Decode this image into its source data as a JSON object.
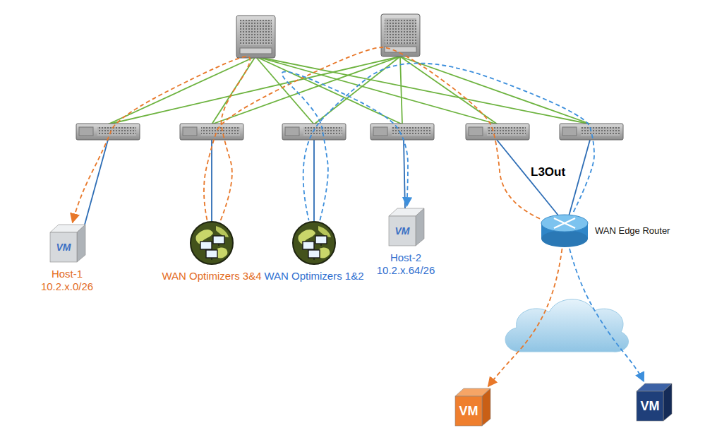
{
  "diagram": {
    "nodes": [
      {
        "text": [
          "VM",
          "Host-1 10.2.x.0/26"
        ]
      },
      {
        "text": [
          "WAN Optimizers 3&4"
        ]
      },
      {
        "text": [
          "WAN Optimizers 1&2"
        ]
      },
      {
        "text": [
          "VM",
          "Host-2 10.2.x.64/26"
        ]
      },
      {
        "text": [
          "WAN Edge Router"
        ]
      },
      {
        "text": [
          "VM"
        ]
      },
      {
        "text": [
          "VM"
        ]
      }
    ],
    "edges": [
      {
        "from": 4,
        "to": 1,
        "arrow": "none"
      },
      {
        "from": 1,
        "to": 0,
        "arrow": "to"
      },
      {
        "from": 4,
        "to": 2,
        "arrow": "none"
      },
      {
        "from": 2,
        "to": 3,
        "arrow": "to"
      },
      {
        "from": 4,
        "to": 5,
        "arrow": "to"
      },
      {
        "from": 4,
        "to": 6,
        "arrow": "to"
      }
    ],
    "labels": [
      "L3Out"
    ]
  }
}
